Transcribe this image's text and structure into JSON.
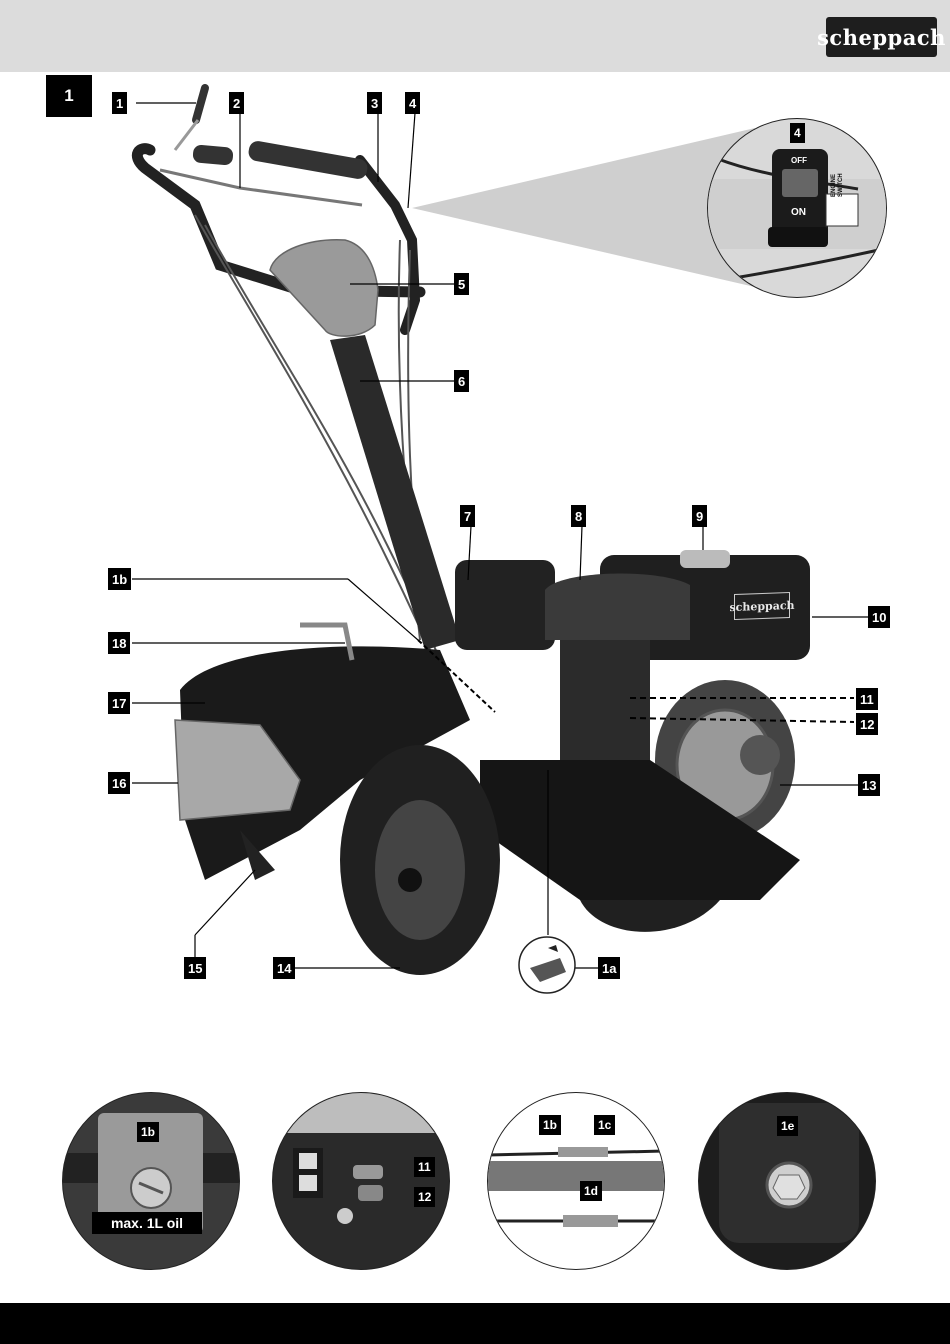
{
  "header": {
    "brand": "scheppach"
  },
  "figure": {
    "number": "1"
  },
  "callouts": {
    "c1": "1",
    "c2": "2",
    "c3": "3",
    "c4": "4",
    "c5": "5",
    "c6": "6",
    "c7": "7",
    "c8": "8",
    "c9": "9",
    "c10": "10",
    "c11": "11",
    "c12": "12",
    "c13": "13",
    "c14": "14",
    "c15": "15",
    "c16": "16",
    "c17": "17",
    "c18": "18",
    "c1a": "1a",
    "c1b": "1b"
  },
  "switch_detail": {
    "label": "4",
    "off": "OFF",
    "on": "ON",
    "side_text": "ENGINE\nSWITCH"
  },
  "machine": {
    "logo": "scheppach"
  },
  "details": {
    "d1_label": "1b",
    "d1_caption": "max. 1L oil",
    "d2_label_a": "11",
    "d2_label_b": "12",
    "d3_label_a": "1b",
    "d3_label_b": "1c",
    "d3_label_c": "1d",
    "d4_label": "1e"
  },
  "colors": {
    "header_bg": "#dcdcdc",
    "label_bg": "#000000",
    "footer_bg": "#000000"
  }
}
